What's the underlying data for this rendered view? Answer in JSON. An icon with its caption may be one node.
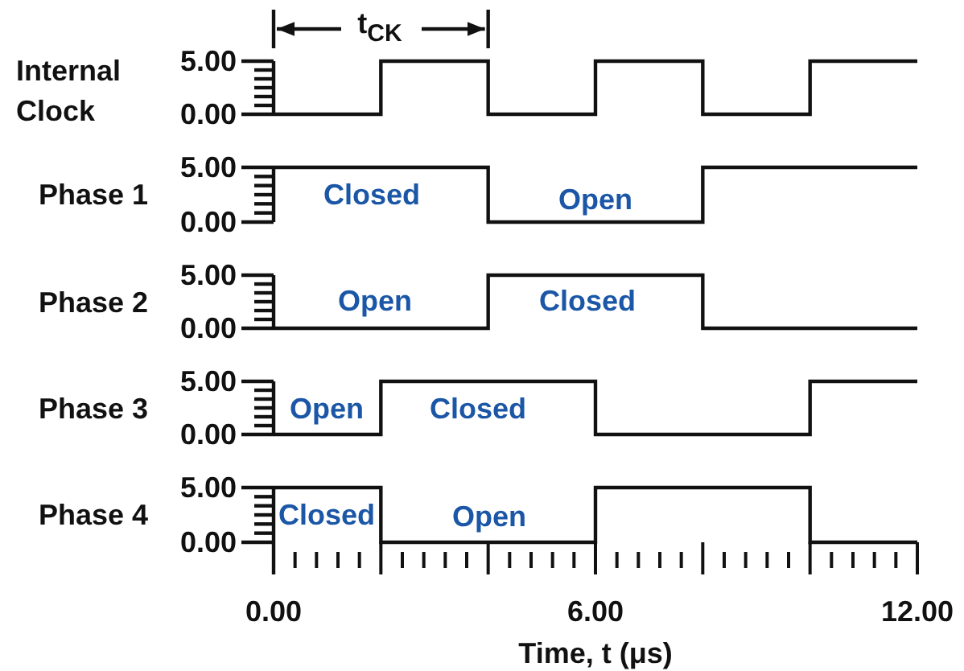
{
  "diagram": {
    "labels": [
      "t$_{CK}$",
      "Internal Clock",
      "5.00",
      "0.00",
      "Phase 1",
      "5.00",
      "0.00",
      "Closed",
      "Open",
      "Phase 2",
      "5.00",
      "0.00",
      "Open",
      "Closed",
      "Phase 3",
      "5.00",
      "0.00",
      "Open",
      "Closed",
      "Phase 4",
      "5.00",
      "0.00",
      "Closed",
      "Open",
      "0.00",
      "6.00",
      "12.00",
      "Time, t (μs)"
    ]
  }
}
